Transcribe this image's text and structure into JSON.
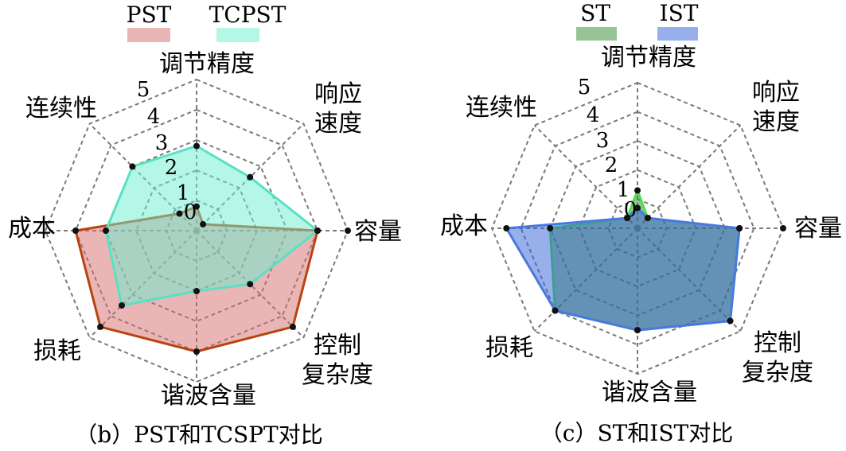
{
  "chart_data": [
    {
      "type": "radar",
      "title": "",
      "caption": "（b）PST和TCSPT对比",
      "axes": [
        "调节精度",
        "响应速度",
        "容量",
        "控制复杂度",
        "谐波含量",
        "损耗",
        "成本",
        "连续性"
      ],
      "scale_ticks": [
        "0",
        "1",
        "2",
        "3",
        "4",
        "5"
      ],
      "rlim": [
        0,
        5
      ],
      "grid": true,
      "legend_position": "top",
      "series": [
        {
          "name": "PST",
          "values": [
            0.8,
            0.3,
            4.0,
            4.5,
            4.0,
            4.5,
            4.0,
            0.8
          ],
          "fill": "#d46b6b",
          "stroke": "#b8430f"
        },
        {
          "name": "TCPST",
          "values": [
            2.8,
            2.5,
            4.0,
            2.5,
            2.0,
            3.5,
            3.0,
            3.0
          ],
          "fill": "#6cf0d0",
          "stroke": "#5ae0c4"
        }
      ]
    },
    {
      "type": "radar",
      "title": "",
      "caption": "（c）ST和IST对比",
      "axes": [
        "调节精度",
        "响应速度",
        "容量",
        "控制复杂度",
        "谐波含量",
        "损耗",
        "成本",
        "连续性"
      ],
      "scale_ticks": [
        "0",
        "1",
        "2",
        "3",
        "4",
        "5"
      ],
      "rlim": [
        0,
        5
      ],
      "grid": true,
      "legend_position": "top",
      "series": [
        {
          "name": "ST",
          "values": [
            1.3,
            0.5,
            3.5,
            4.5,
            3.5,
            4.0,
            3.0,
            0.5
          ],
          "fill": "#2f8a2a",
          "stroke": "#49e04a"
        },
        {
          "name": "IST",
          "values": [
            0.7,
            0.5,
            3.5,
            4.5,
            3.5,
            4.0,
            4.5,
            0.5
          ],
          "fill": "#3060d8",
          "stroke": "#4a78e0"
        }
      ]
    }
  ]
}
